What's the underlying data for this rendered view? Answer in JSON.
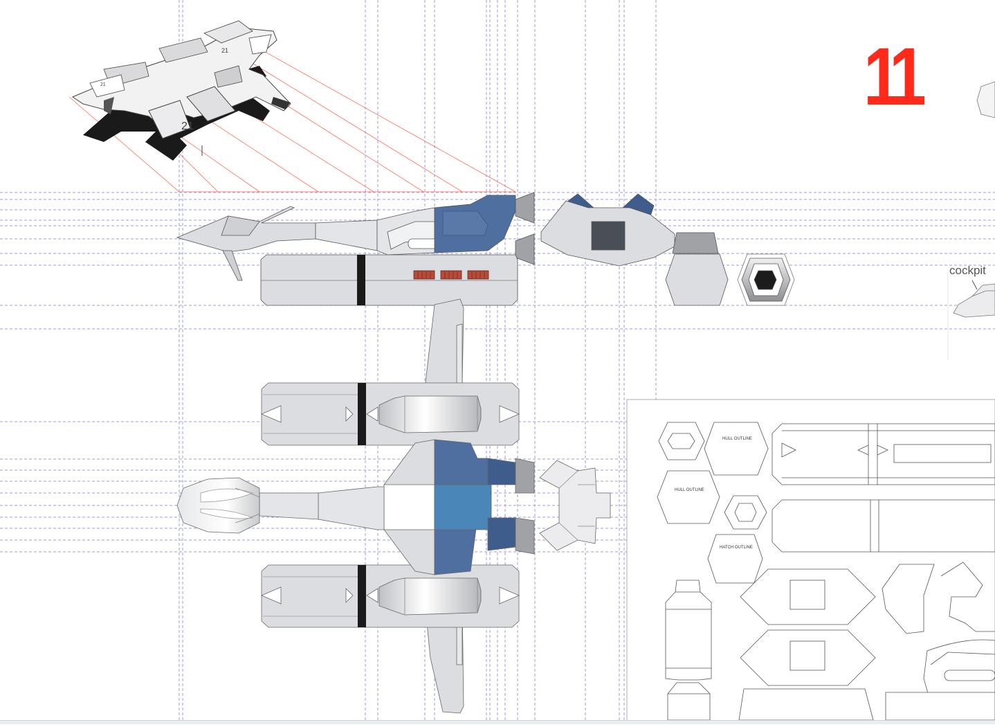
{
  "page_number": "11",
  "labels": {
    "cockpit": "cockpit",
    "hull_outline_1": "HULL OUTLINE",
    "hull_outline_2": "HULL OUTLINE",
    "hatch_outline": "HATCH OUTLINE"
  },
  "craft_number": "21",
  "colors": {
    "guide_line": "#8a8ae0",
    "projection_line": "#ff6040",
    "accent_blue": "#4f6fa0",
    "light_blue": "#4a86b8",
    "hull_gray": "#dcdde1",
    "dark_gray": "#8e8f94",
    "page_number": "#ff2a1a"
  }
}
